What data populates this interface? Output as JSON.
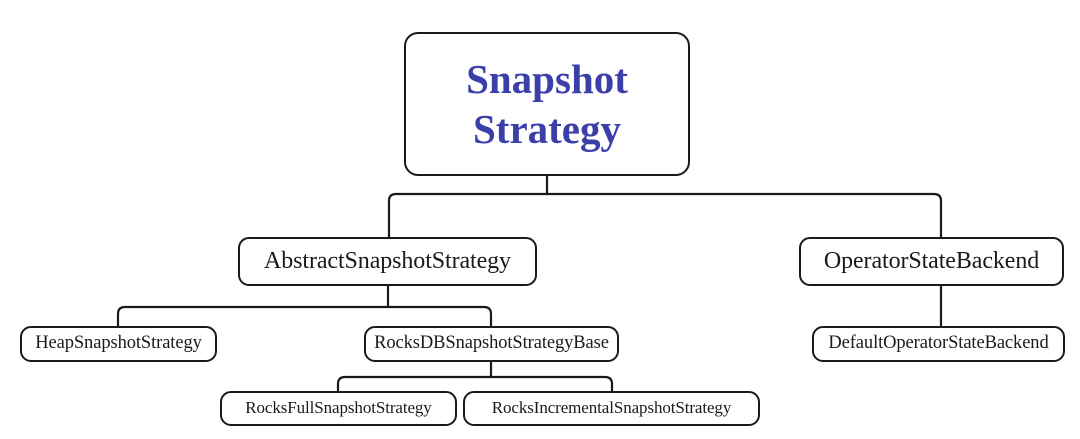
{
  "diagram": {
    "title": "Snapshot Strategy class hierarchy",
    "type": "class-hierarchy-tree",
    "orientation": "top-down",
    "colors": {
      "root_text": "#3b40a8",
      "node_text": "#1a1a1a",
      "node_border": "#1a1a1a",
      "node_fill": "#ffffff",
      "edge": "#1a1a1a",
      "background": "#ffffff"
    },
    "nodes": {
      "root": {
        "id": "snapshot-strategy",
        "label": "Snapshot\nStrategy",
        "level": 0
      },
      "abstract_snapshot_strategy": {
        "id": "abstract-snapshot-strategy",
        "label": "AbstractSnapshotStrategy",
        "level": 1
      },
      "operator_state_backend": {
        "id": "operator-state-backend",
        "label": "OperatorStateBackend",
        "level": 1
      },
      "heap_snapshot_strategy": {
        "id": "heap-snapshot-strategy",
        "label": "HeapSnapshotStrategy",
        "level": 2
      },
      "rocksdb_snapshot_strategy_base": {
        "id": "rocksdb-snapshot-strategy-base",
        "label": "RocksDBSnapshotStrategyBase",
        "level": 2
      },
      "default_operator_state_backend": {
        "id": "default-operator-state-backend",
        "label": "DefaultOperatorStateBackend",
        "level": 2
      },
      "rocks_full_snapshot_strategy": {
        "id": "rocks-full-snapshot-strategy",
        "label": "RocksFullSnapshotStrategy",
        "level": 3
      },
      "rocks_incremental_snapshot_strategy": {
        "id": "rocks-incremental-snapshot-strategy",
        "label": "RocksIncrementalSnapshotStrategy",
        "level": 3
      }
    },
    "edges": [
      {
        "from": "snapshot-strategy",
        "to": "abstract-snapshot-strategy"
      },
      {
        "from": "snapshot-strategy",
        "to": "operator-state-backend"
      },
      {
        "from": "abstract-snapshot-strategy",
        "to": "heap-snapshot-strategy"
      },
      {
        "from": "abstract-snapshot-strategy",
        "to": "rocksdb-snapshot-strategy-base"
      },
      {
        "from": "operator-state-backend",
        "to": "default-operator-state-backend"
      },
      {
        "from": "rocksdb-snapshot-strategy-base",
        "to": "rocks-full-snapshot-strategy"
      },
      {
        "from": "rocksdb-snapshot-strategy-base",
        "to": "rocks-incremental-snapshot-strategy"
      }
    ]
  }
}
